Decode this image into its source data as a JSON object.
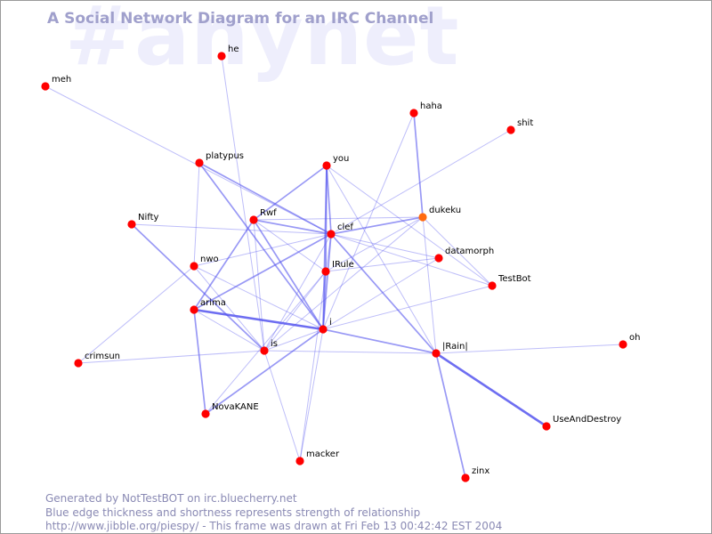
{
  "watermark": "#anynet",
  "title": "A Social Network Diagram for an IRC Channel",
  "footer": {
    "line1": "Generated by NotTestBOT on irc.bluecherry.net",
    "line2": "Blue edge thickness and shortness represents strength of relationship",
    "line3": "http://www.jibble.org/piespy/ - This frame was drawn at Fri Feb 13 00:42:42 EST 2004"
  },
  "colors": {
    "node": "#ff0000",
    "node_special": "#ff6a10",
    "edge": "#5555ee",
    "title": "#a0a0cc",
    "watermark": "#eeeefc",
    "footer": "#8a8ab4"
  },
  "graph": {
    "nodes": [
      {
        "id": "he",
        "label": "he"
      },
      {
        "id": "meh",
        "label": "meh"
      },
      {
        "id": "haha",
        "label": "haha"
      },
      {
        "id": "shit",
        "label": "shit"
      },
      {
        "id": "platypus",
        "label": "platypus"
      },
      {
        "id": "you",
        "label": "you"
      },
      {
        "id": "Nifty",
        "label": "Nifty"
      },
      {
        "id": "Rwf",
        "label": "Rwf"
      },
      {
        "id": "clef",
        "label": "clef"
      },
      {
        "id": "dukeku",
        "label": "dukeku"
      },
      {
        "id": "datamorph",
        "label": "datamorph"
      },
      {
        "id": "nwo",
        "label": "nwo"
      },
      {
        "id": "IRule",
        "label": "IRule"
      },
      {
        "id": "TestBot",
        "label": "TestBot"
      },
      {
        "id": "arima",
        "label": "arima"
      },
      {
        "id": "i",
        "label": "i"
      },
      {
        "id": "oh",
        "label": "oh"
      },
      {
        "id": "is",
        "label": "is"
      },
      {
        "id": "Rain",
        "label": "|Rain|"
      },
      {
        "id": "crimsun",
        "label": "crimsun"
      },
      {
        "id": "NovaKANE",
        "label": "NovaKANE"
      },
      {
        "id": "UseAndDestroy",
        "label": "UseAndDestroy"
      },
      {
        "id": "macker",
        "label": "macker"
      },
      {
        "id": "zinx",
        "label": "zinx"
      }
    ],
    "edges": [
      {
        "from": "he",
        "to": "is",
        "strength": 1
      },
      {
        "from": "meh",
        "to": "clef",
        "strength": 1
      },
      {
        "from": "haha",
        "to": "dukeku",
        "strength": 2
      },
      {
        "from": "haha",
        "to": "i",
        "strength": 1
      },
      {
        "from": "shit",
        "to": "clef",
        "strength": 1
      },
      {
        "from": "platypus",
        "to": "nwo",
        "strength": 1
      },
      {
        "from": "platypus",
        "to": "clef",
        "strength": 2
      },
      {
        "from": "platypus",
        "to": "i",
        "strength": 2
      },
      {
        "from": "you",
        "to": "Rwf",
        "strength": 2
      },
      {
        "from": "you",
        "to": "IRule",
        "strength": 2
      },
      {
        "from": "you",
        "to": "i",
        "strength": 2
      },
      {
        "from": "you",
        "to": "TestBot",
        "strength": 1
      },
      {
        "from": "you",
        "to": "Rain",
        "strength": 1
      },
      {
        "from": "you",
        "to": "clef",
        "strength": 2
      },
      {
        "from": "Nifty",
        "to": "clef",
        "strength": 1
      },
      {
        "from": "Nifty",
        "to": "is",
        "strength": 2
      },
      {
        "from": "Rwf",
        "to": "arima",
        "strength": 2
      },
      {
        "from": "Rwf",
        "to": "i",
        "strength": 2
      },
      {
        "from": "Rwf",
        "to": "is",
        "strength": 1
      },
      {
        "from": "Rwf",
        "to": "clef",
        "strength": 2
      },
      {
        "from": "Rwf",
        "to": "IRule",
        "strength": 1
      },
      {
        "from": "clef",
        "to": "dukeku",
        "strength": 2
      },
      {
        "from": "clef",
        "to": "datamorph",
        "strength": 1
      },
      {
        "from": "clef",
        "to": "TestBot",
        "strength": 1
      },
      {
        "from": "clef",
        "to": "nwo",
        "strength": 1
      },
      {
        "from": "clef",
        "to": "arima",
        "strength": 2
      },
      {
        "from": "clef",
        "to": "i",
        "strength": 2
      },
      {
        "from": "clef",
        "to": "is",
        "strength": 1
      },
      {
        "from": "clef",
        "to": "Rain",
        "strength": 2
      },
      {
        "from": "clef",
        "to": "macker",
        "strength": 1
      },
      {
        "from": "dukeku",
        "to": "Rwf",
        "strength": 1
      },
      {
        "from": "dukeku",
        "to": "IRule",
        "strength": 1
      },
      {
        "from": "dukeku",
        "to": "TestBot",
        "strength": 1
      },
      {
        "from": "dukeku",
        "to": "is",
        "strength": 1
      },
      {
        "from": "dukeku",
        "to": "Rain",
        "strength": 1
      },
      {
        "from": "datamorph",
        "to": "IRule",
        "strength": 1
      },
      {
        "from": "datamorph",
        "to": "i",
        "strength": 1
      },
      {
        "from": "nwo",
        "to": "is",
        "strength": 1
      },
      {
        "from": "nwo",
        "to": "i",
        "strength": 1
      },
      {
        "from": "nwo",
        "to": "crimsun",
        "strength": 1
      },
      {
        "from": "IRule",
        "to": "i",
        "strength": 2
      },
      {
        "from": "IRule",
        "to": "is",
        "strength": 1
      },
      {
        "from": "IRule",
        "to": "NovaKANE",
        "strength": 1
      },
      {
        "from": "TestBot",
        "to": "i",
        "strength": 1
      },
      {
        "from": "arima",
        "to": "i",
        "strength": 3
      },
      {
        "from": "arima",
        "to": "is",
        "strength": 1
      },
      {
        "from": "arima",
        "to": "NovaKANE",
        "strength": 2
      },
      {
        "from": "i",
        "to": "is",
        "strength": 1
      },
      {
        "from": "i",
        "to": "NovaKANE",
        "strength": 2
      },
      {
        "from": "i",
        "to": "Rain",
        "strength": 2
      },
      {
        "from": "i",
        "to": "macker",
        "strength": 1
      },
      {
        "from": "oh",
        "to": "Rain",
        "strength": 1
      },
      {
        "from": "is",
        "to": "crimsun",
        "strength": 1
      },
      {
        "from": "is",
        "to": "Rain",
        "strength": 1
      },
      {
        "from": "is",
        "to": "macker",
        "strength": 1
      },
      {
        "from": "Rain",
        "to": "UseAndDestroy",
        "strength": 3
      },
      {
        "from": "Rain",
        "to": "zinx",
        "strength": 2
      }
    ]
  }
}
